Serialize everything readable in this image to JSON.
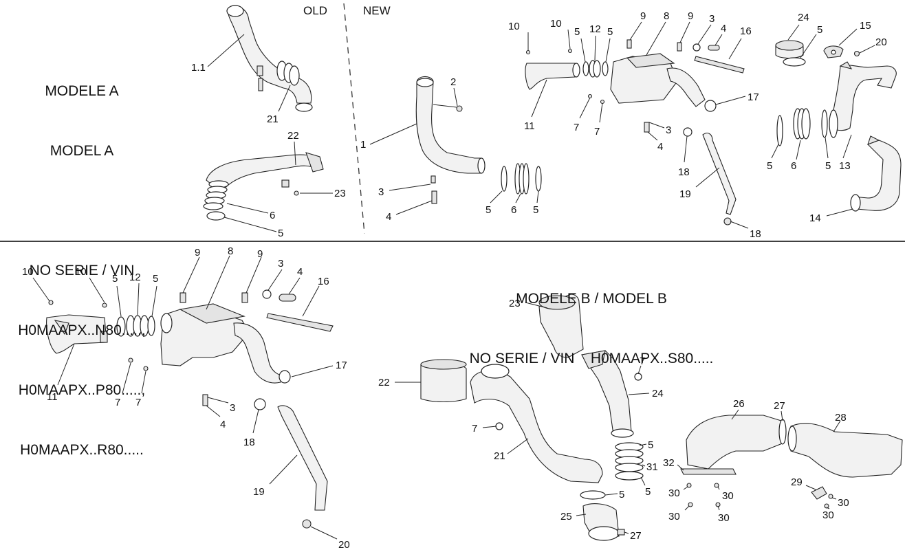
{
  "model_a": {
    "heading_lines": [
      "MODELE A",
      "MODEL A",
      "",
      "NO SERIE / VIN",
      "H0MAAPX..N80.....,",
      "H0MAAPX..P80.....,",
      "H0MAAPX..R80....."
    ]
  },
  "model_b": {
    "heading_line1": "MODELE B / MODEL B",
    "heading_line2": "NO SERIE / VIN    H0MAAPX..S80....."
  },
  "column_headers": {
    "old": "OLD",
    "new": "NEW"
  },
  "callouts_top_old": [
    "1.1",
    "21",
    "22",
    "23",
    "6",
    "5"
  ],
  "callouts_top_new_left": [
    "2",
    "1",
    "3",
    "4",
    "5",
    "6",
    "5"
  ],
  "callouts_top_airbox": [
    "10",
    "10",
    "5",
    "12",
    "5",
    "9",
    "8",
    "9",
    "3",
    "4",
    "16",
    "11",
    "7",
    "7",
    "17",
    "3",
    "4",
    "18",
    "19",
    "18"
  ],
  "callouts_top_right": [
    "24",
    "5",
    "15",
    "20",
    "5",
    "6",
    "5",
    "13",
    "14"
  ],
  "callouts_bottom_left": [
    "10",
    "10",
    "5",
    "12",
    "5",
    "9",
    "8",
    "9",
    "3",
    "4",
    "16",
    "11",
    "7",
    "7",
    "17",
    "3",
    "4",
    "18",
    "19",
    "20"
  ],
  "callouts_bottom_right": [
    "23",
    "7",
    "24",
    "22",
    "7",
    "21",
    "5",
    "31",
    "5",
    "5",
    "25",
    "27",
    "26",
    "27",
    "28",
    "32",
    "30",
    "30",
    "30",
    "30",
    "29",
    "30",
    "30"
  ]
}
